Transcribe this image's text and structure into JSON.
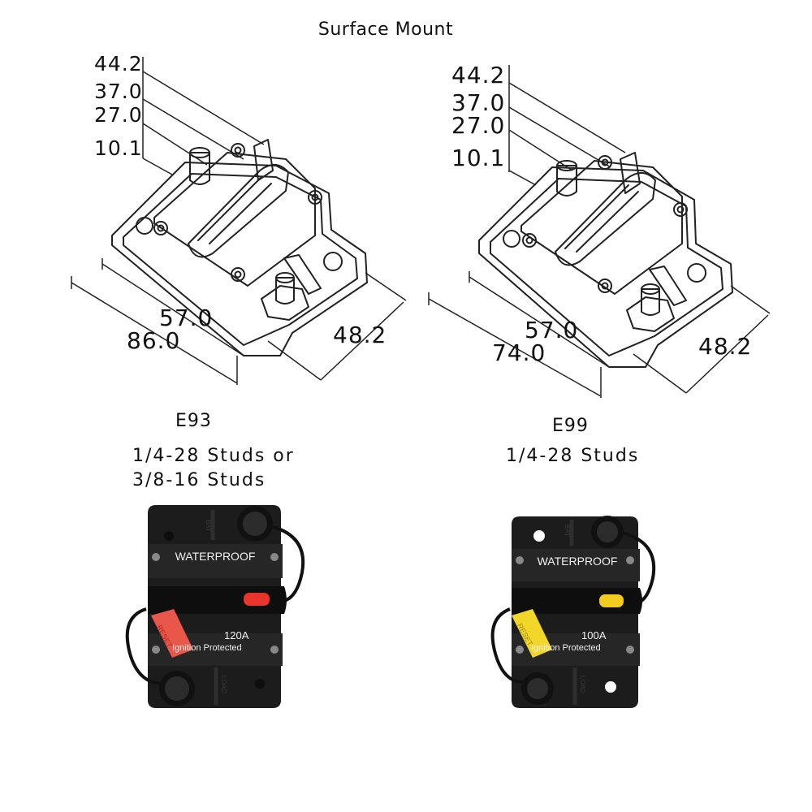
{
  "title": "Surface Mount",
  "left": {
    "dims": {
      "h1": "44.2",
      "h2": "37.0",
      "h3": "27.0",
      "h4": "10.1",
      "w1": "57.0",
      "w2": "86.0",
      "d": "48.2"
    },
    "model": "E93",
    "studs_line1": "1/4-28 Studs or",
    "studs_line2": "3/8-16 Studs",
    "photo": {
      "label": "WATERPROOF",
      "rating": "120A",
      "protected": "Ignition Protected",
      "reset": "RESET",
      "top_text": "BAT",
      "bottom_text": "LOAD",
      "indicator_color": "#e8342a",
      "lever_color": "#e8574a"
    }
  },
  "right": {
    "dims": {
      "h1": "44.2",
      "h2": "37.0",
      "h3": "27.0",
      "h4": "10.1",
      "w1": "57.0",
      "w2": "74.0",
      "d": "48.2"
    },
    "model": "E99",
    "studs_line1": "1/4-28 Studs",
    "photo": {
      "label": "WATERPROOF",
      "rating": "100A",
      "protected": "Ignition Protected",
      "reset": "RESET",
      "top_text": "BAT",
      "bottom_text": "LOAD",
      "indicator_color": "#f2cc1f",
      "lever_color": "#f2d62a"
    }
  }
}
